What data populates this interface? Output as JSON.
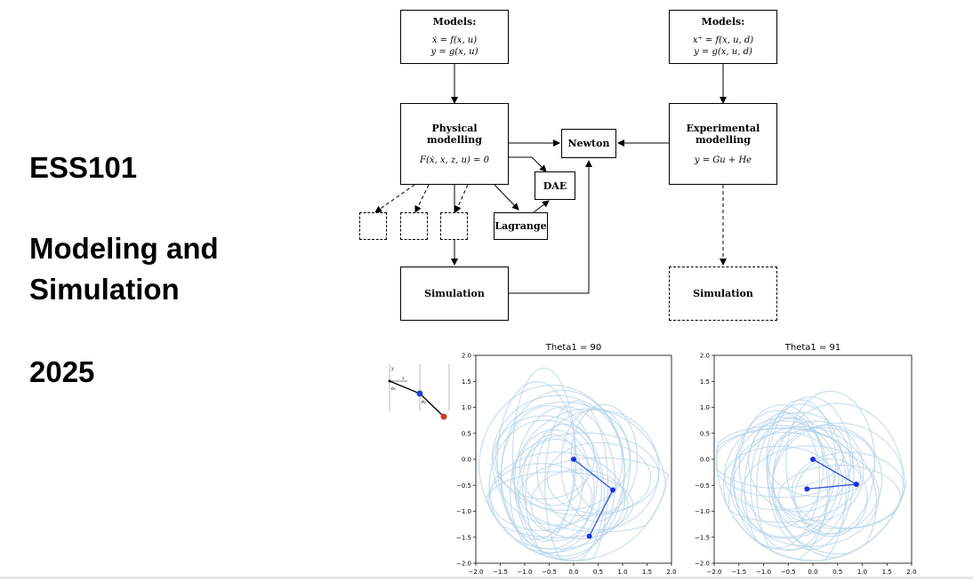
{
  "slide": {
    "course_code": "ESS101",
    "course_title": "Modeling and\nSimulation",
    "year": "2025"
  },
  "diagram": {
    "models_left": {
      "head": "Models:",
      "math": "ẋ = f(x, u)\ny = g(x, u)"
    },
    "models_right": {
      "head": "Models:",
      "math": "x⁺ = f(x, u, d)\ny = g(x, u, d)"
    },
    "physical": {
      "head": "Physical\nmodelling",
      "math": "F(ẋ, x, z, u) = 0"
    },
    "experimental": {
      "head": "Experimental\nmodelling",
      "math": "y = Gu + He"
    },
    "newton": "Newton",
    "dae": "DAE",
    "lagrange": "Lagrange",
    "simulation_left": "Simulation",
    "simulation_right": "Simulation"
  },
  "pendulum_sketch": {
    "labels": [
      "y",
      "x",
      "θ₁",
      "θ₂"
    ],
    "colors": {
      "joint": "#1f3fd6",
      "tip": "#d23a2a"
    }
  },
  "chart_data": [
    {
      "type": "line",
      "title": "Theta1 = 90",
      "xlim": [
        -2.0,
        2.0
      ],
      "ylim": [
        -2.0,
        2.0
      ],
      "xticks": [
        "−2.0",
        "−1.5",
        "−1.0",
        "−0.5",
        "0.0",
        "0.5",
        "1.0",
        "1.5",
        "2.0"
      ],
      "yticks": [
        "2.0",
        "1.5",
        "1.0",
        "0.5",
        "0.0",
        "−0.5",
        "−1.0",
        "−1.5",
        "−2.0"
      ],
      "pendulum": {
        "x": [
          0.0,
          0.8,
          0.32
        ],
        "y": [
          0.0,
          -0.59,
          -1.48
        ]
      },
      "trace_color": "#b8d4e8",
      "arm_color": "#3355dd",
      "point_color": "#1a2fe6"
    },
    {
      "type": "line",
      "title": "Theta1 = 91",
      "xlim": [
        -2.0,
        2.0
      ],
      "ylim": [
        -2.0,
        2.0
      ],
      "xticks": [
        "−2.0",
        "−1.5",
        "−1.0",
        "−0.5",
        "0.0",
        "0.5",
        "1.0",
        "1.5",
        "2.0"
      ],
      "yticks": [
        "2.0",
        "1.5",
        "1.0",
        "0.5",
        "0.0",
        "−0.5",
        "−1.0",
        "−1.5",
        "−2.0"
      ],
      "pendulum": {
        "x": [
          0.0,
          0.88,
          -0.12
        ],
        "y": [
          0.0,
          -0.48,
          -0.57
        ]
      },
      "trace_color": "#b8d4e8",
      "arm_color": "#3355dd",
      "point_color": "#1a2fe6"
    }
  ]
}
